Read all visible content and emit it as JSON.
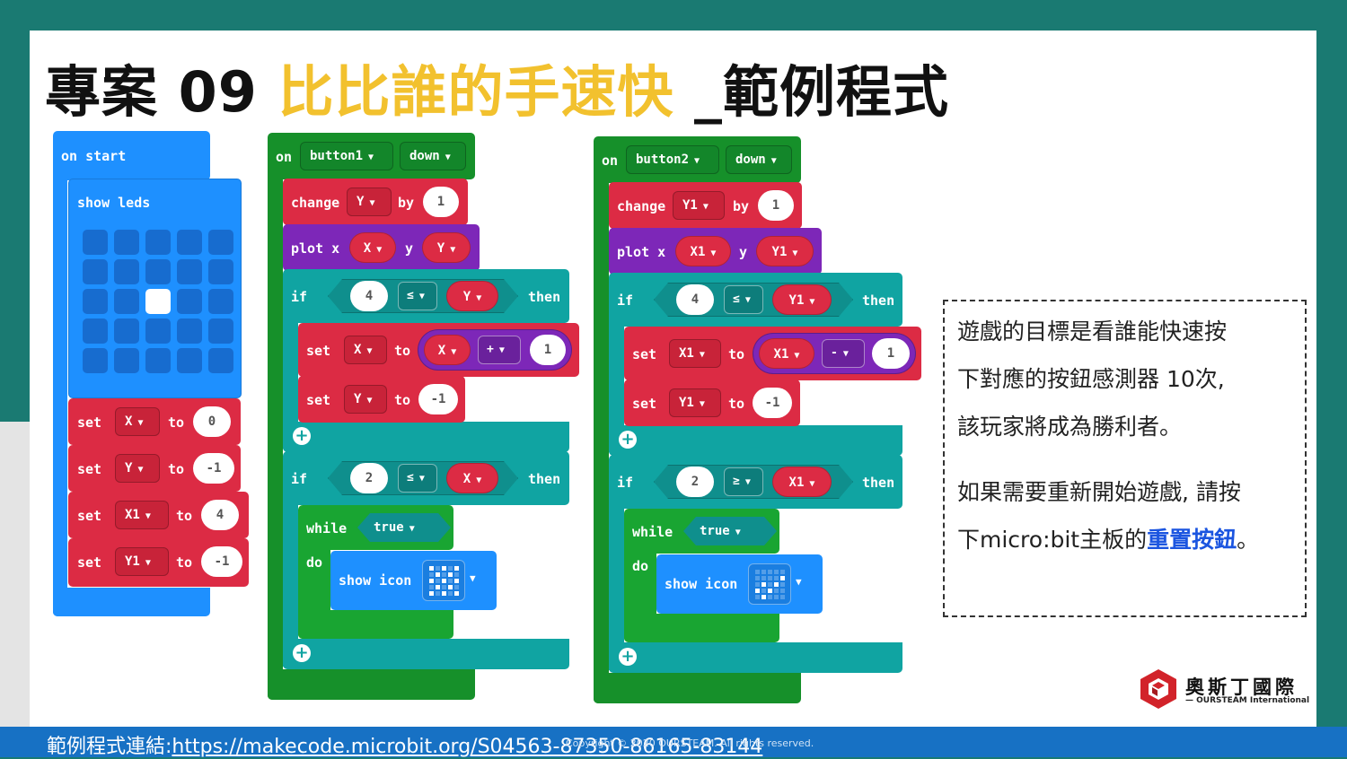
{
  "slide": {
    "title_part1": "專案 09 ",
    "title_highlight": "比比誰的手速快",
    "title_part2": " _範例程式"
  },
  "on_start": {
    "hat": "on start",
    "show_leds": "show leds",
    "leds_lit": [
      [
        2,
        2
      ]
    ],
    "sets": [
      {
        "kw": "set",
        "var": "X",
        "to": "to",
        "value": "0"
      },
      {
        "kw": "set",
        "var": "Y",
        "to": "to",
        "value": "-1"
      },
      {
        "kw": "set",
        "var": "X1",
        "to": "to",
        "value": "4"
      },
      {
        "kw": "set",
        "var": "Y1",
        "to": "to",
        "value": "-1"
      }
    ]
  },
  "button1": {
    "on": "on",
    "button": "button1",
    "event": "down",
    "change": "change",
    "change_var": "Y",
    "by": "by",
    "by_value": "1",
    "plot": "plot x",
    "plot_x": "X",
    "y": "y",
    "plot_y": "Y",
    "if1": {
      "kw": "if",
      "left": "4",
      "op": "≤",
      "right": "Y",
      "then": "then"
    },
    "set1": {
      "kw": "set",
      "var": "X",
      "to": "to",
      "a": "X",
      "op": "+",
      "b": "1"
    },
    "set2": {
      "kw": "set",
      "var": "Y",
      "to": "to",
      "value": "-1"
    },
    "if2": {
      "kw": "if",
      "left": "2",
      "op": "≤",
      "right": "X",
      "then": "then"
    },
    "while": "while",
    "cond": "true",
    "do": "do",
    "show_icon": "show icon"
  },
  "button2": {
    "on": "on",
    "button": "button2",
    "event": "down",
    "change": "change",
    "change_var": "Y1",
    "by": "by",
    "by_value": "1",
    "plot": "plot x",
    "plot_x": "X1",
    "y": "y",
    "plot_y": "Y1",
    "if1": {
      "kw": "if",
      "left": "4",
      "op": "≤",
      "right": "Y1",
      "then": "then"
    },
    "set1": {
      "kw": "set",
      "var": "X1",
      "to": "to",
      "a": "X1",
      "op": "-",
      "b": "1"
    },
    "set2": {
      "kw": "set",
      "var": "Y1",
      "to": "to",
      "value": "-1"
    },
    "if2": {
      "kw": "if",
      "left": "2",
      "op": "≥",
      "right": "X1",
      "then": "then"
    },
    "while": "while",
    "cond": "true",
    "do": "do",
    "show_icon": "show icon"
  },
  "info": {
    "line1": "遊戲的目標是看誰能快速按",
    "line2": "下對應的按鈕感測器 10次,",
    "line3": "該玩家將成為勝利者。",
    "line4": "如果需要重新開始遊戲, 請按",
    "line5_pre": "下micro:bit主板的",
    "line5_em": "重置按鈕",
    "line5_post": "。"
  },
  "logo": {
    "name": "奧斯丁國際",
    "sub": "— OURSTEAM International"
  },
  "footer": {
    "label": "範例程式連結:",
    "link": "https://makecode.microbit.org/S04563-87350-86165-83144",
    "copyright": "Copyright © 2020 OURSTEAM. All rights reserved."
  },
  "colors": {
    "basic": "#1e90ff",
    "variables": "#dc2b44",
    "led": "#7d27b8",
    "logic": "#10a4a2",
    "loops": "#19a532",
    "title_highlight": "#f2c12e",
    "footer": "#1771c4",
    "link_emphasis": "#1b55e0"
  }
}
